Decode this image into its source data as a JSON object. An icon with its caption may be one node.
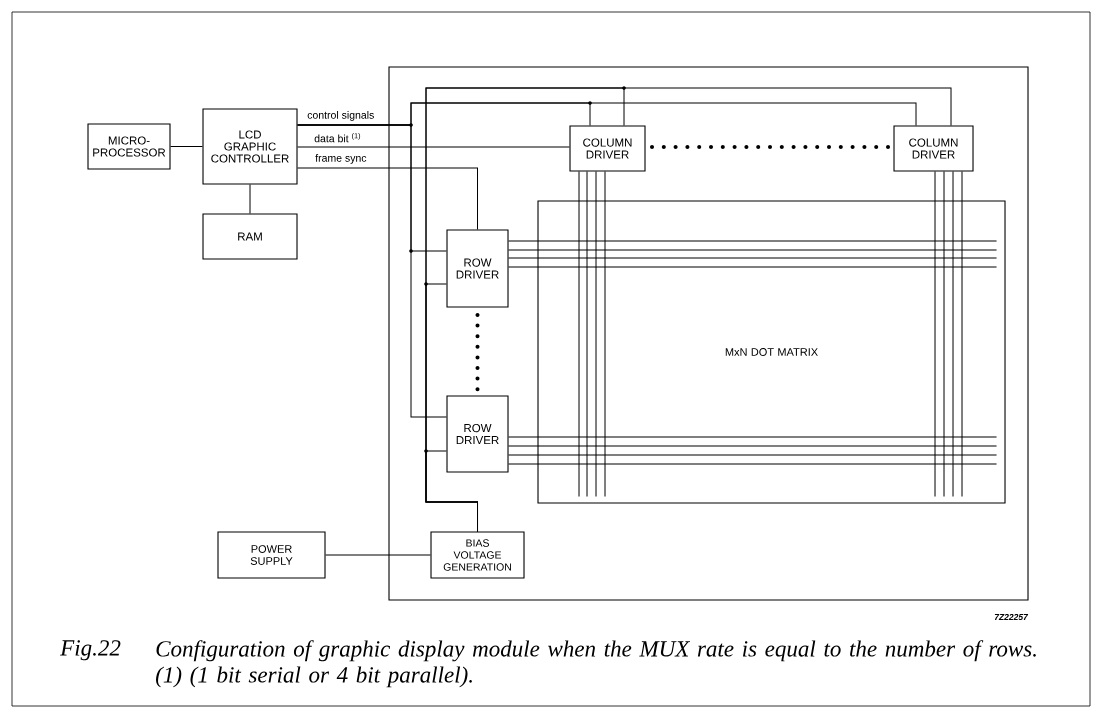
{
  "diagram": {
    "caption": "Configuration of graphic display module when the MUX rate is equal to the number of rows. (1) (1 bit serial or 4 bit parallel).",
    "nodes": [
      {
        "text": [
          "MICRO- PROCESSOR"
        ]
      },
      {
        "text": [
          "LCD GRAPHIC CONTROLLER"
        ]
      },
      {
        "text": [
          "RAM"
        ]
      },
      {
        "text": [],
        "shape": "box"
      },
      {
        "text": [
          "COLUMN DRIVER"
        ],
        "in": 3
      },
      {
        "text": [
          "COLUMN DRIVER"
        ],
        "in": 3
      },
      {
        "text": [
          "ROW DRIVER"
        ],
        "in": 3
      },
      {
        "text": [
          "MxN DOT MATRIX"
        ],
        "in": 3
      },
      {
        "text": [
          "ROW DRIVER"
        ],
        "in": 3
      },
      {
        "text": [
          "POWER SUPPLY"
        ]
      },
      {
        "text": [
          "BIAS VOLTAGE GENERATION"
        ],
        "in": 3
      }
    ],
    "edges": [
      {
        "from": 0,
        "to": 1,
        "arrow": "none"
      },
      {
        "from": 1,
        "to": 2,
        "arrow": "none"
      },
      {
        "from": 1,
        "to": 4,
        "arrow": "none",
        "label": "control signals"
      },
      {
        "from": 1,
        "to": 5,
        "arrow": "none"
      },
      {
        "from": 1,
        "to": 6,
        "arrow": "none"
      },
      {
        "from": 1,
        "to": 8,
        "arrow": "none"
      },
      {
        "from": 1,
        "to": 4,
        "arrow": "none",
        "label": "data bit $^{(1)}$"
      },
      {
        "from": 1,
        "to": 6,
        "arrow": "none",
        "label": "frame sync"
      },
      {
        "from": 10,
        "to": 4,
        "arrow": "none"
      },
      {
        "from": 10,
        "to": 5,
        "arrow": "none"
      },
      {
        "from": 10,
        "to": 6,
        "arrow": "none"
      },
      {
        "from": 10,
        "to": 8,
        "arrow": "none"
      },
      {
        "from": 9,
        "to": 10,
        "arrow": "none"
      },
      {
        "from": 4,
        "to": 7,
        "arrow": "none"
      },
      {
        "from": 5,
        "to": 7,
        "arrow": "none"
      },
      {
        "from": 6,
        "to": 7,
        "arrow": "none"
      },
      {
        "from": 8,
        "to": 7,
        "arrow": "none"
      }
    ],
    "labels": [
      "7Z22257",
      "Fig.22"
    ]
  }
}
